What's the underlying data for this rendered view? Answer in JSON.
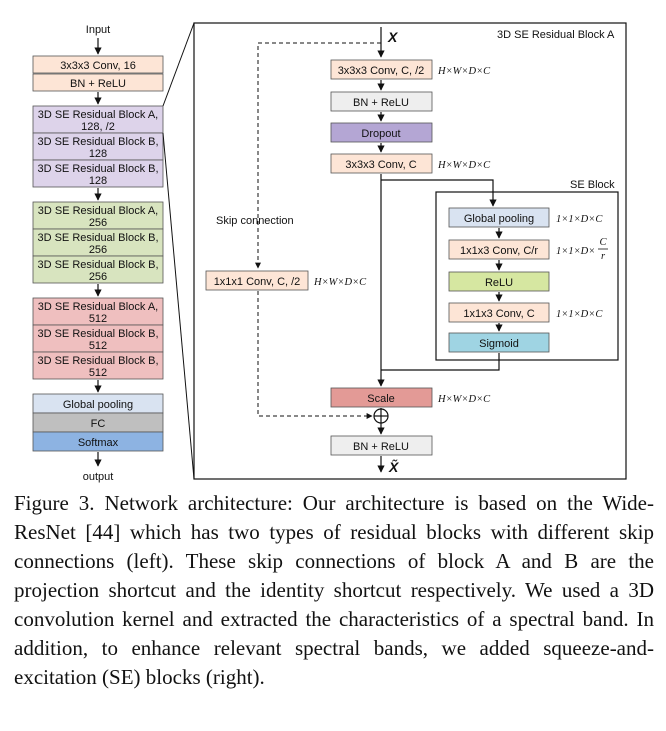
{
  "left_column": {
    "input_label": "Input",
    "output_label": "output",
    "blocks": [
      {
        "lines": [
          "3x3x3 Conv, 16"
        ],
        "fill": "#fde5d6"
      },
      {
        "lines": [
          "BN + ReLU"
        ],
        "fill": "#fde5d6"
      },
      {
        "lines": [
          "3D SE Residual Block A,",
          "128, /2"
        ],
        "fill": "#ddd3ea"
      },
      {
        "lines": [
          "3D SE Residual Block B,",
          "128"
        ],
        "fill": "#ddd3ea"
      },
      {
        "lines": [
          "3D SE Residual Block B,",
          "128"
        ],
        "fill": "#ddd3ea"
      },
      {
        "lines": [
          "3D SE Residual Block A,",
          "256"
        ],
        "fill": "#d8e4bf"
      },
      {
        "lines": [
          "3D SE Residual Block B,",
          "256"
        ],
        "fill": "#d8e4bf"
      },
      {
        "lines": [
          "3D SE Residual Block B,",
          "256"
        ],
        "fill": "#d8e4bf"
      },
      {
        "lines": [
          "3D SE Residual Block A,",
          "512"
        ],
        "fill": "#efbfbf"
      },
      {
        "lines": [
          "3D SE Residual Block B,",
          "512"
        ],
        "fill": "#efbfbf"
      },
      {
        "lines": [
          "3D SE Residual Block B,",
          "512"
        ],
        "fill": "#efbfbf"
      },
      {
        "lines": [
          "Global pooling"
        ],
        "fill": "#d9e3f1"
      },
      {
        "lines": [
          "FC"
        ],
        "fill": "#bfbfbf"
      },
      {
        "lines": [
          "Softmax"
        ],
        "fill": "#8db3e2"
      }
    ]
  },
  "right_panel": {
    "title": "3D SE Residual Block A",
    "input_symbol": "X",
    "output_symbol": "X̃",
    "skip_label": "Skip connection",
    "skip_conv": "1x1x1 Conv, C, /2",
    "skip_conv_dim": "H×W×D×C",
    "main_path": [
      {
        "label": "3x3x3 Conv, C, /2",
        "dim": "H×W×D×C",
        "fill": "#fde5d6"
      },
      {
        "label": "BN + ReLU",
        "dim": "",
        "fill": "#eeeeee"
      },
      {
        "label": "Dropout",
        "dim": "",
        "fill": "#b4a6d4"
      },
      {
        "label": "3x3x3 Conv, C",
        "dim": "H×W×D×C",
        "fill": "#fde5d6"
      }
    ],
    "se_block": {
      "title": "SE Block",
      "items": [
        {
          "label": "Global pooling",
          "dim": "1×1×D×C",
          "fill": "#d9e3f1"
        },
        {
          "label": "1x1x3 Conv, C/r",
          "dim_prefix": "1×1×D×",
          "dim_num": "C",
          "dim_den": "r",
          "fill": "#fde5d6"
        },
        {
          "label": "ReLU",
          "dim": "",
          "fill": "#d6e7a1"
        },
        {
          "label": "1x1x3 Conv, C",
          "dim": "1×1×D×C",
          "fill": "#fde5d6"
        },
        {
          "label": "Sigmoid",
          "dim": "",
          "fill": "#9fd4e3"
        }
      ]
    },
    "scale": {
      "label": "Scale",
      "dim": "H×W×D×C",
      "fill": "#e39a96"
    },
    "final_bn": {
      "label": "BN + ReLU",
      "fill": "#eeeeee"
    }
  },
  "caption": "Figure 3. Network architecture: Our architecture is based on the Wide-ResNet [44] which has two types of residual blocks with different skip connections (left). These skip connections of block A and B are the projection shortcut and the identity shortcut respectively. We used a 3D convolution kernel and extracted the characteristics of a spectral band. In addition, to enhance relevant spectral bands, we added squeeze-and-excitation (SE) blocks (right)."
}
